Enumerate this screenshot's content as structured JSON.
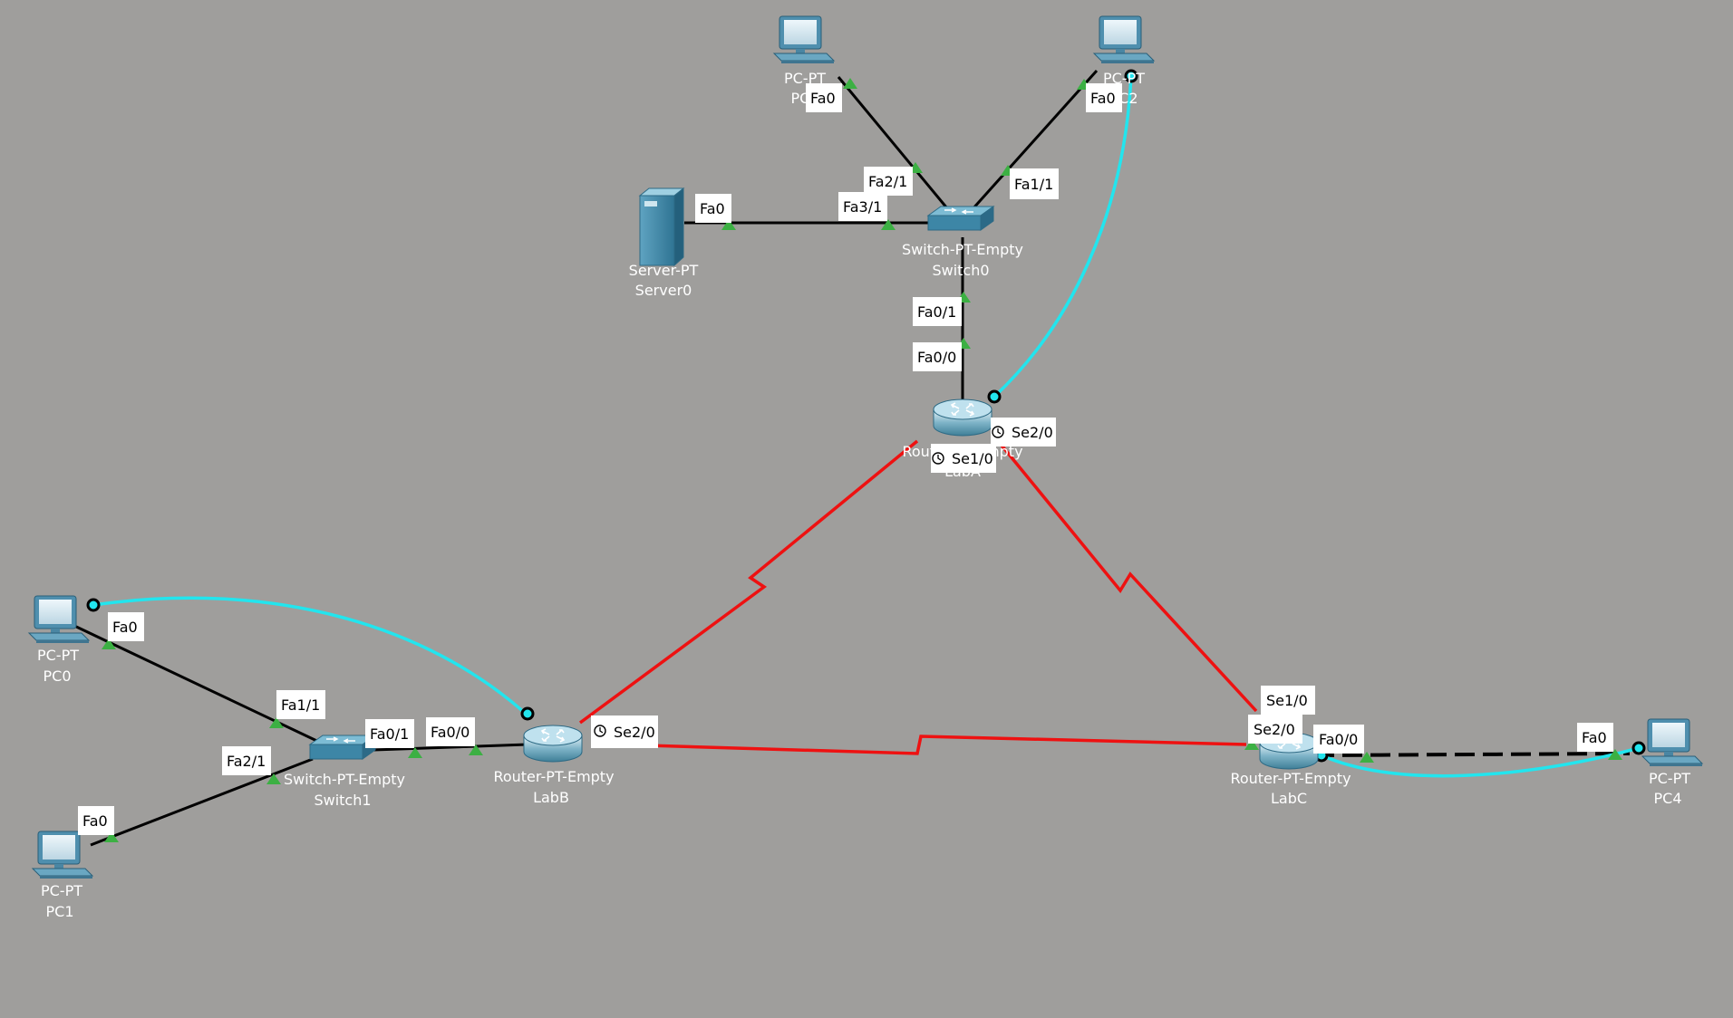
{
  "workspace": {
    "background": "#9f9e9c",
    "link_colors": {
      "copper_straight": "#000000",
      "serial_dce": "#ee1111",
      "console": "#22e5ee"
    },
    "port_status_color": "#3cb043"
  },
  "devices": {
    "pc3": {
      "type": "PC-PT",
      "name": "PC3"
    },
    "pc2": {
      "type": "PC-PT",
      "name": "PC2"
    },
    "server0": {
      "type": "Server-PT",
      "name": "Server0"
    },
    "switch0": {
      "type": "Switch-PT-Empty",
      "name": "Switch0"
    },
    "laba": {
      "type": "Router-PT-Empty",
      "name": "LabA"
    },
    "pc0": {
      "type": "PC-PT",
      "name": "PC0"
    },
    "pc1": {
      "type": "PC-PT",
      "name": "PC1"
    },
    "switch1": {
      "type": "Switch-PT-Empty",
      "name": "Switch1"
    },
    "labb": {
      "type": "Router-PT-Empty",
      "name": "LabB"
    },
    "labc": {
      "type": "Router-PT-Empty",
      "name": "LabC"
    },
    "pc4": {
      "type": "PC-PT",
      "name": "PC4"
    }
  },
  "ports": {
    "pc3_fa0": "Fa0",
    "pc2_fa0": "Fa0",
    "sw0_fa2_1": "Fa2/1",
    "sw0_fa1_1": "Fa1/1",
    "server_fa0": "Fa0",
    "sw0_fa3_1": "Fa3/1",
    "sw0_fa0_1": "Fa0/1",
    "laba_fa0_0": "Fa0/0",
    "laba_se2_0": "Se2/0",
    "laba_se1_0": "Se1/0",
    "pc0_fa0": "Fa0",
    "sw1_fa1_1": "Fa1/1",
    "sw1_fa0_1": "Fa0/1",
    "labb_fa0_0": "Fa0/0",
    "labb_se2_0": "Se2/0",
    "sw1_fa2_1": "Fa2/1",
    "pc1_fa0": "Fa0",
    "labc_se1_0": "Se1/0",
    "labc_se2_0": "Se2/0",
    "labc_fa0_0": "Fa0/0",
    "pc4_fa0": "Fa0"
  }
}
